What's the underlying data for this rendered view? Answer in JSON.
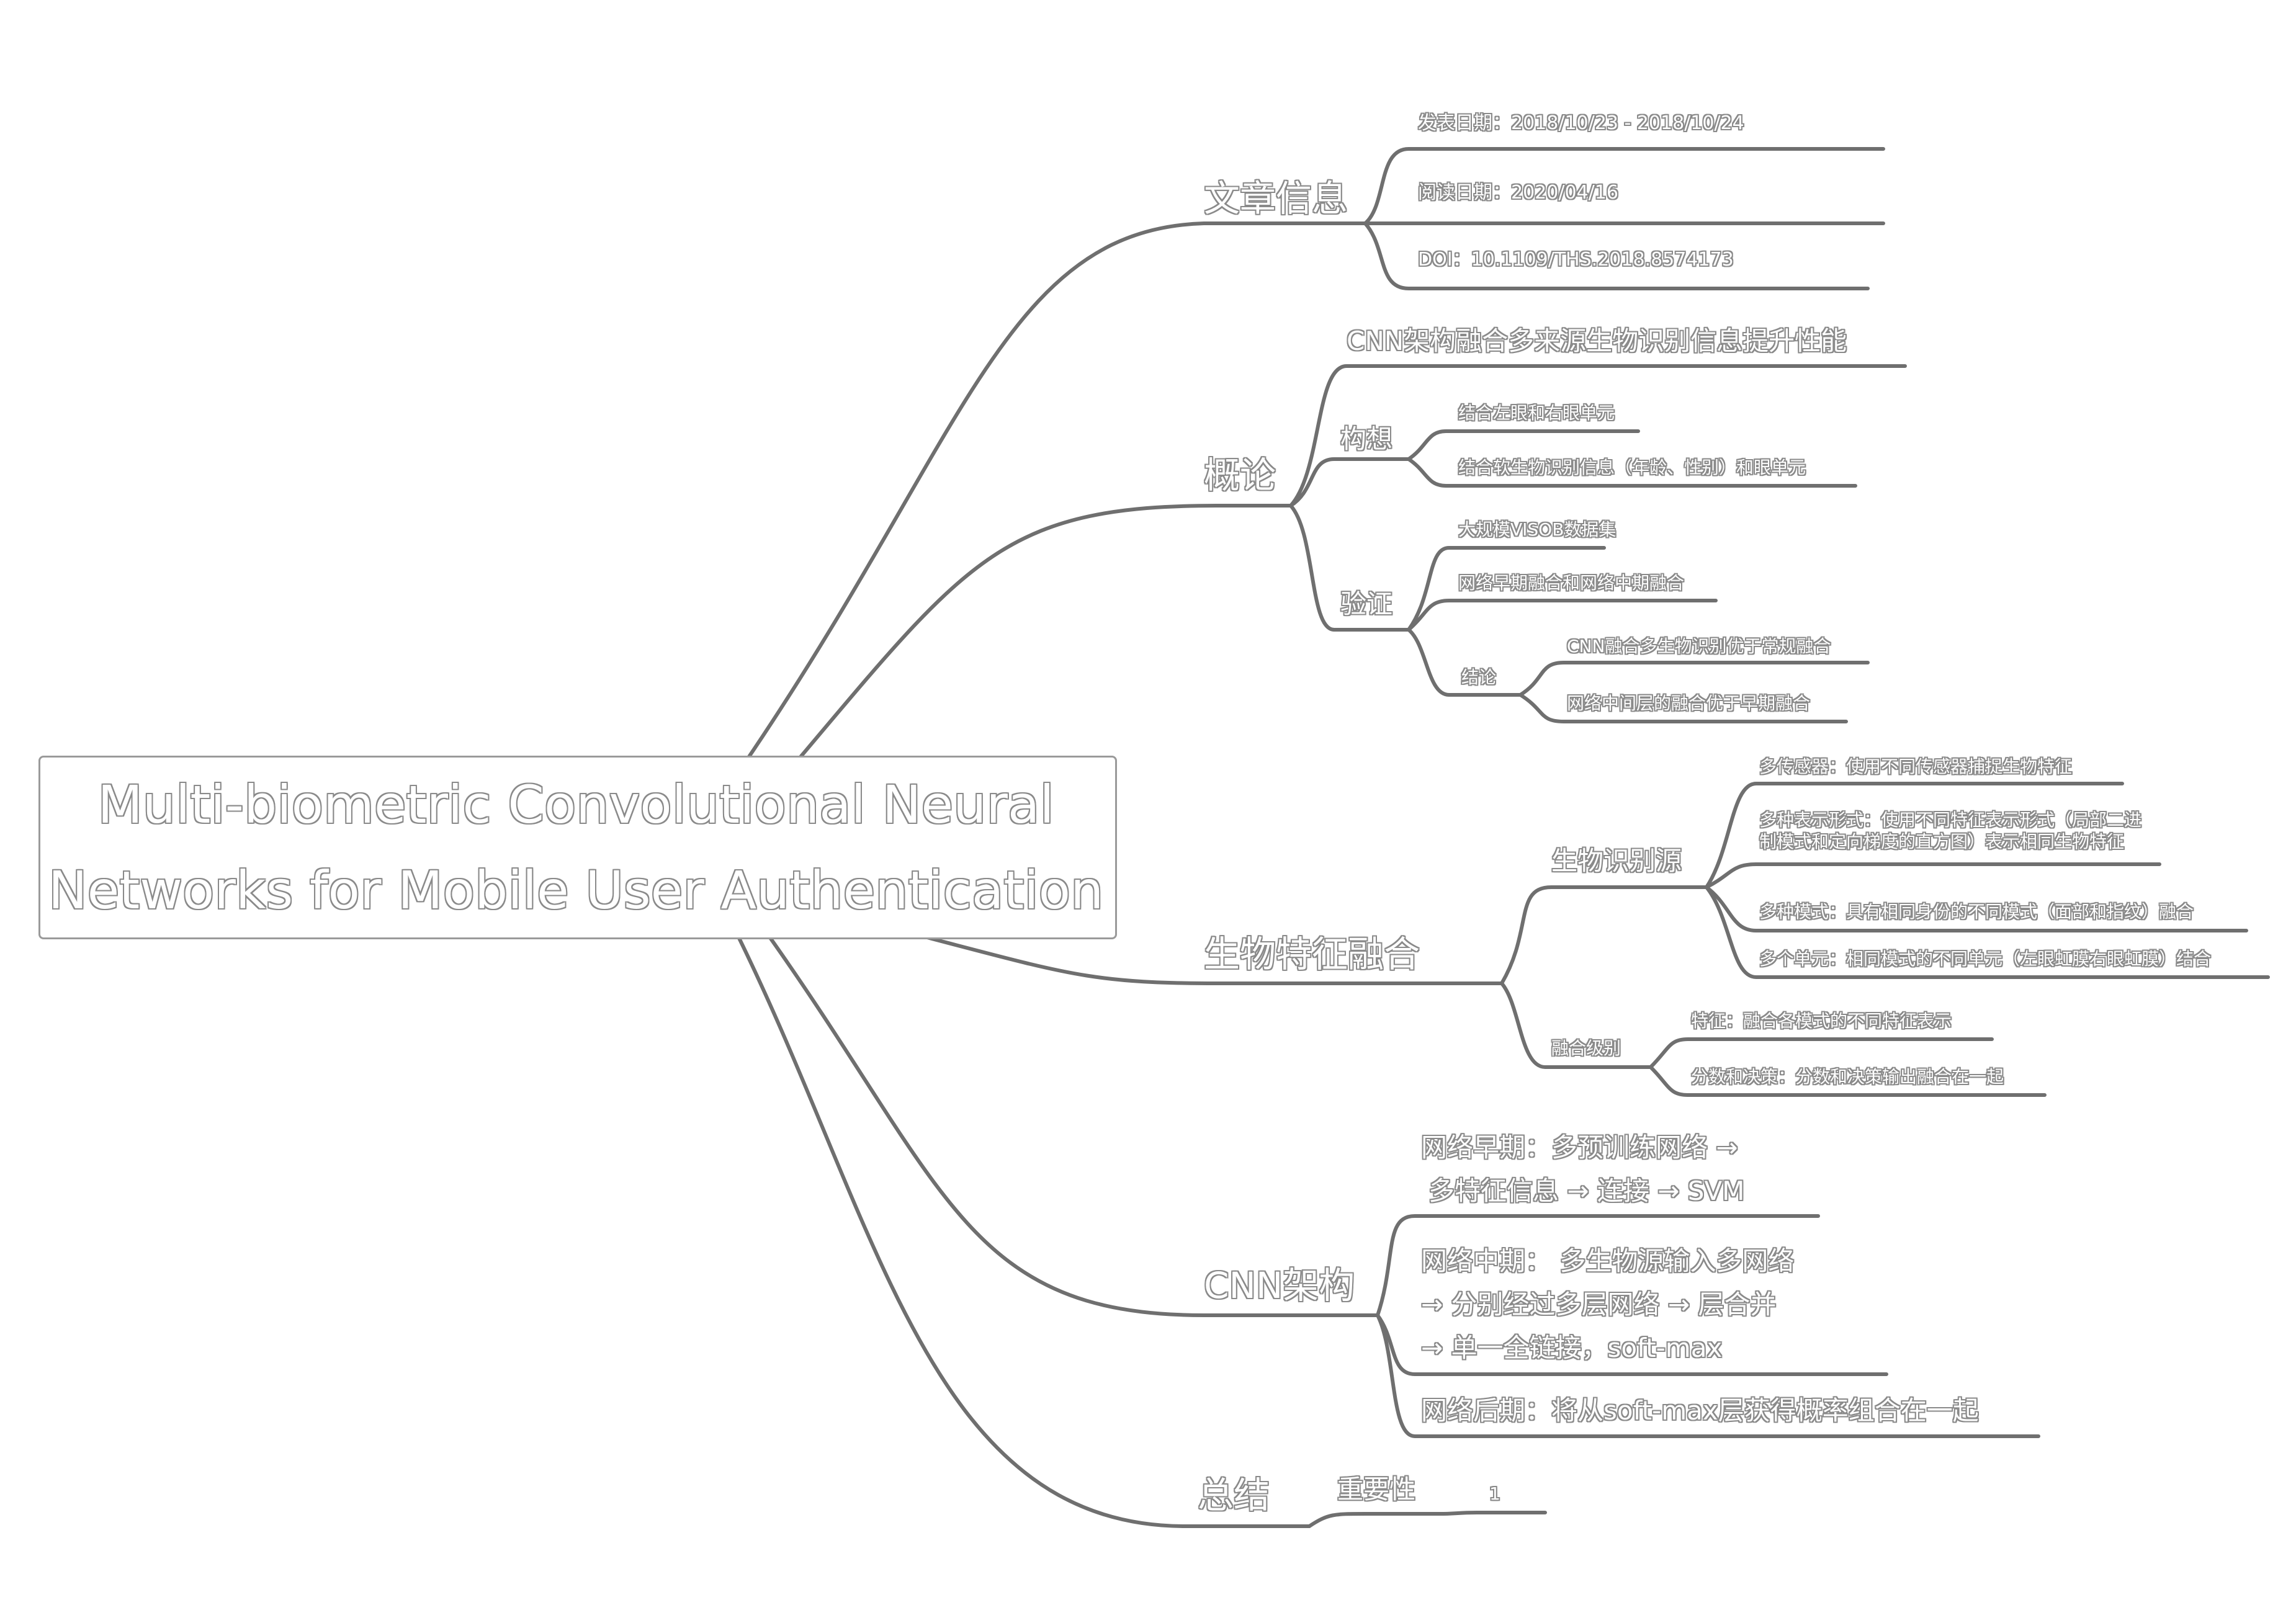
{
  "root": {
    "title_line1": "Multi-biometric Convolutional Neural",
    "title_line2": "Networks for Mobile User Authentication"
  },
  "branches": {
    "article_info": {
      "label": "文章信息",
      "publish_date": "发表日期：2018/10/23 - 2018/10/24",
      "read_date": "阅读日期：2020/04/16",
      "doi": "DOI：10.1109/THS.2018.8574173"
    },
    "overview": {
      "label": "概论",
      "summary": "CNN架构融合多来源生物识别信息提升性能",
      "concept": {
        "label": "构想",
        "items": [
          "结合左眼和右眼单元",
          "结合软生物识别信息（年龄、性别）和眼单元"
        ]
      },
      "validation": {
        "label": "验证",
        "dataset": "大规模VISOB数据集",
        "fusion": "网络早期融合和网络中期融合",
        "conclusion": {
          "label": "结论",
          "items": [
            "CNN融合多生物识别优于常规融合",
            "网络中间层的融合优于早期融合"
          ]
        }
      }
    },
    "biometric_fusion": {
      "label": "生物特征融合",
      "sources": {
        "label": "生物识别源",
        "item1": "多传感器：使用不同传感器捕捉生物特征",
        "item2_line1": "多种表示形式：使用不同特征表示形式（局部二进",
        "item2_line2": "制模式和定向梯度的直方图）表示相同生物特征",
        "item3": "多种模式：具有相同身份的不同模式（面部和指纹）融合",
        "item4": "多个单元：相同模式的不同单元（左眼虹膜右眼虹膜）结合"
      },
      "fusion_level": {
        "label": "融合级别",
        "item1": "特征：融合各模式的不同特征表示",
        "item2": "分数和决策：分数和决策输出融合在一起"
      }
    },
    "cnn_arch": {
      "label": "CNN架构",
      "early_line1": "网络早期：多预训练网络 →",
      "early_line2": "多特征信息 → 连接 → SVM",
      "middle_line1": "网络中期： 多生物源输入多网络",
      "middle_line2": "→ 分别经过多层网络 → 层合并",
      "middle_line3": "→ 单一全链接，soft-max",
      "late": "网络后期：将从soft-max层获得概率组合在一起"
    },
    "summary": {
      "label": "总结",
      "importance": "重要性",
      "importance_value": "1"
    }
  },
  "colors": {
    "edge": "#6f6f6f",
    "text_outline": "#8a8a8a",
    "text_fill": "#ffffff",
    "background": "#ffffff"
  }
}
